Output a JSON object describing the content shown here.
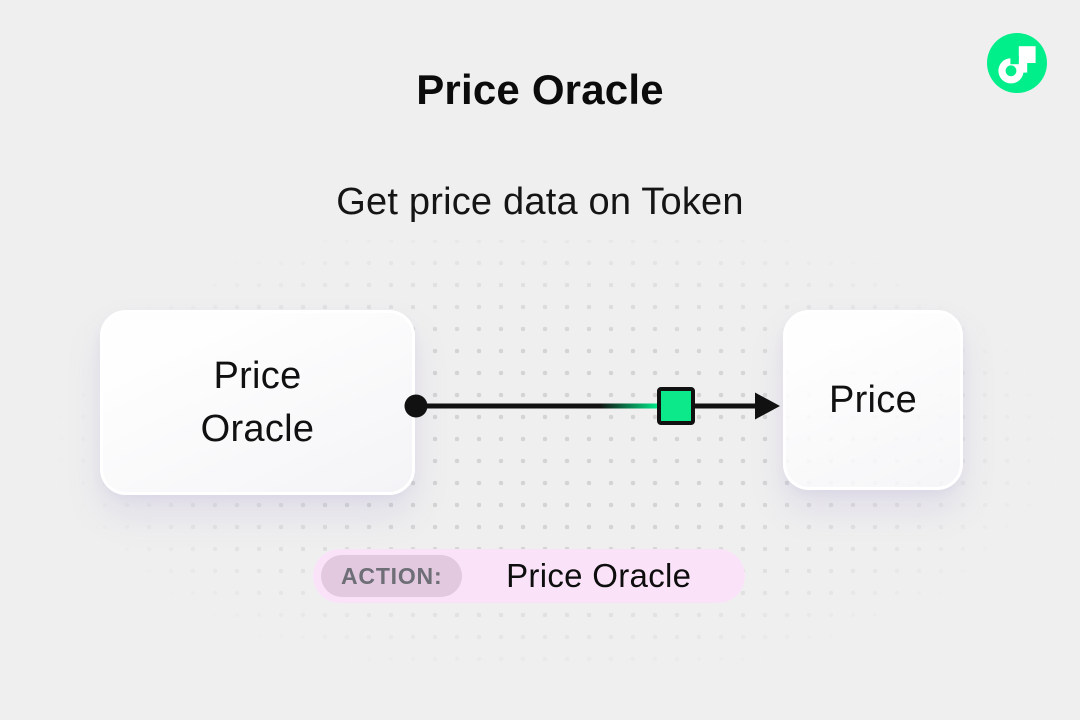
{
  "header": {
    "title": "Price Oracle",
    "subtitle": "Get price data on Token"
  },
  "logo": {
    "label": "flow-logo",
    "brand_green": "#00EF8B"
  },
  "diagram": {
    "nodes": [
      {
        "id": "source",
        "label": "Price Oracle"
      },
      {
        "id": "target",
        "label": "Price"
      }
    ],
    "edge": {
      "from": "Price Oracle",
      "to": "Price",
      "line_color": "#111111",
      "socket_color": "#0CE98A"
    }
  },
  "action_bar": {
    "badge_label": "ACTION:",
    "value": "Price Oracle",
    "background": "#FAE3F9",
    "badge_background": "#E2C9E0"
  }
}
